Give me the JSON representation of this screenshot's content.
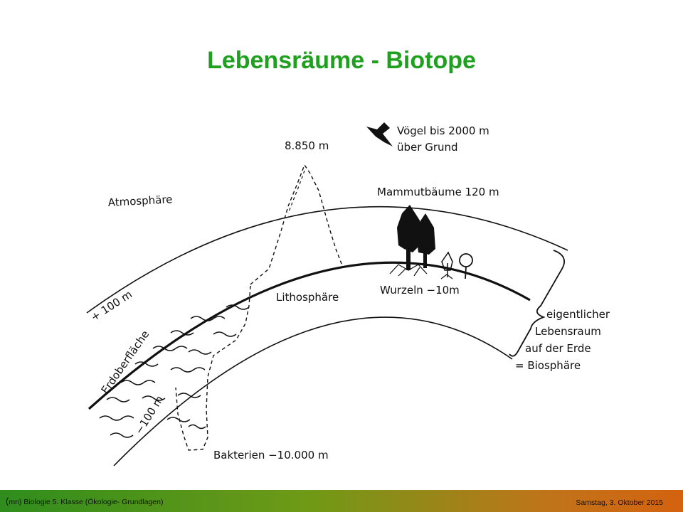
{
  "title": "Lebensräume - Biotope",
  "diagram": {
    "labels": {
      "atmosphere": "Atmosphäre",
      "peak": "8.850 m",
      "birds_line1": "Vögel bis 2000 m",
      "birds_line2": "über Grund",
      "sequoias": "Mammutbäume 120 m",
      "lithosphere": "Lithosphäre",
      "roots": "Wurzeln −10m",
      "plus100": "+ 100 m",
      "surface": "Erdoberfläche",
      "minus100": "−100 m",
      "bacteria": "Bakterien −10.000 m",
      "biosphere_line1": "eigentlicher",
      "biosphere_line2": "Lebensraum",
      "biosphere_line3": "auf der Erde",
      "biosphere_line4": "= Biosphäre"
    }
  },
  "footer": {
    "left_open": "(",
    "left_text": "mn) Biologie 5. Klasse (Ökologie- Grundlagen)",
    "right_text": "Samstag, 3. Oktober 2015"
  },
  "colors": {
    "title": "#1fa01f",
    "footer_start": "#2f8d1d",
    "footer_end": "#d4620f"
  }
}
